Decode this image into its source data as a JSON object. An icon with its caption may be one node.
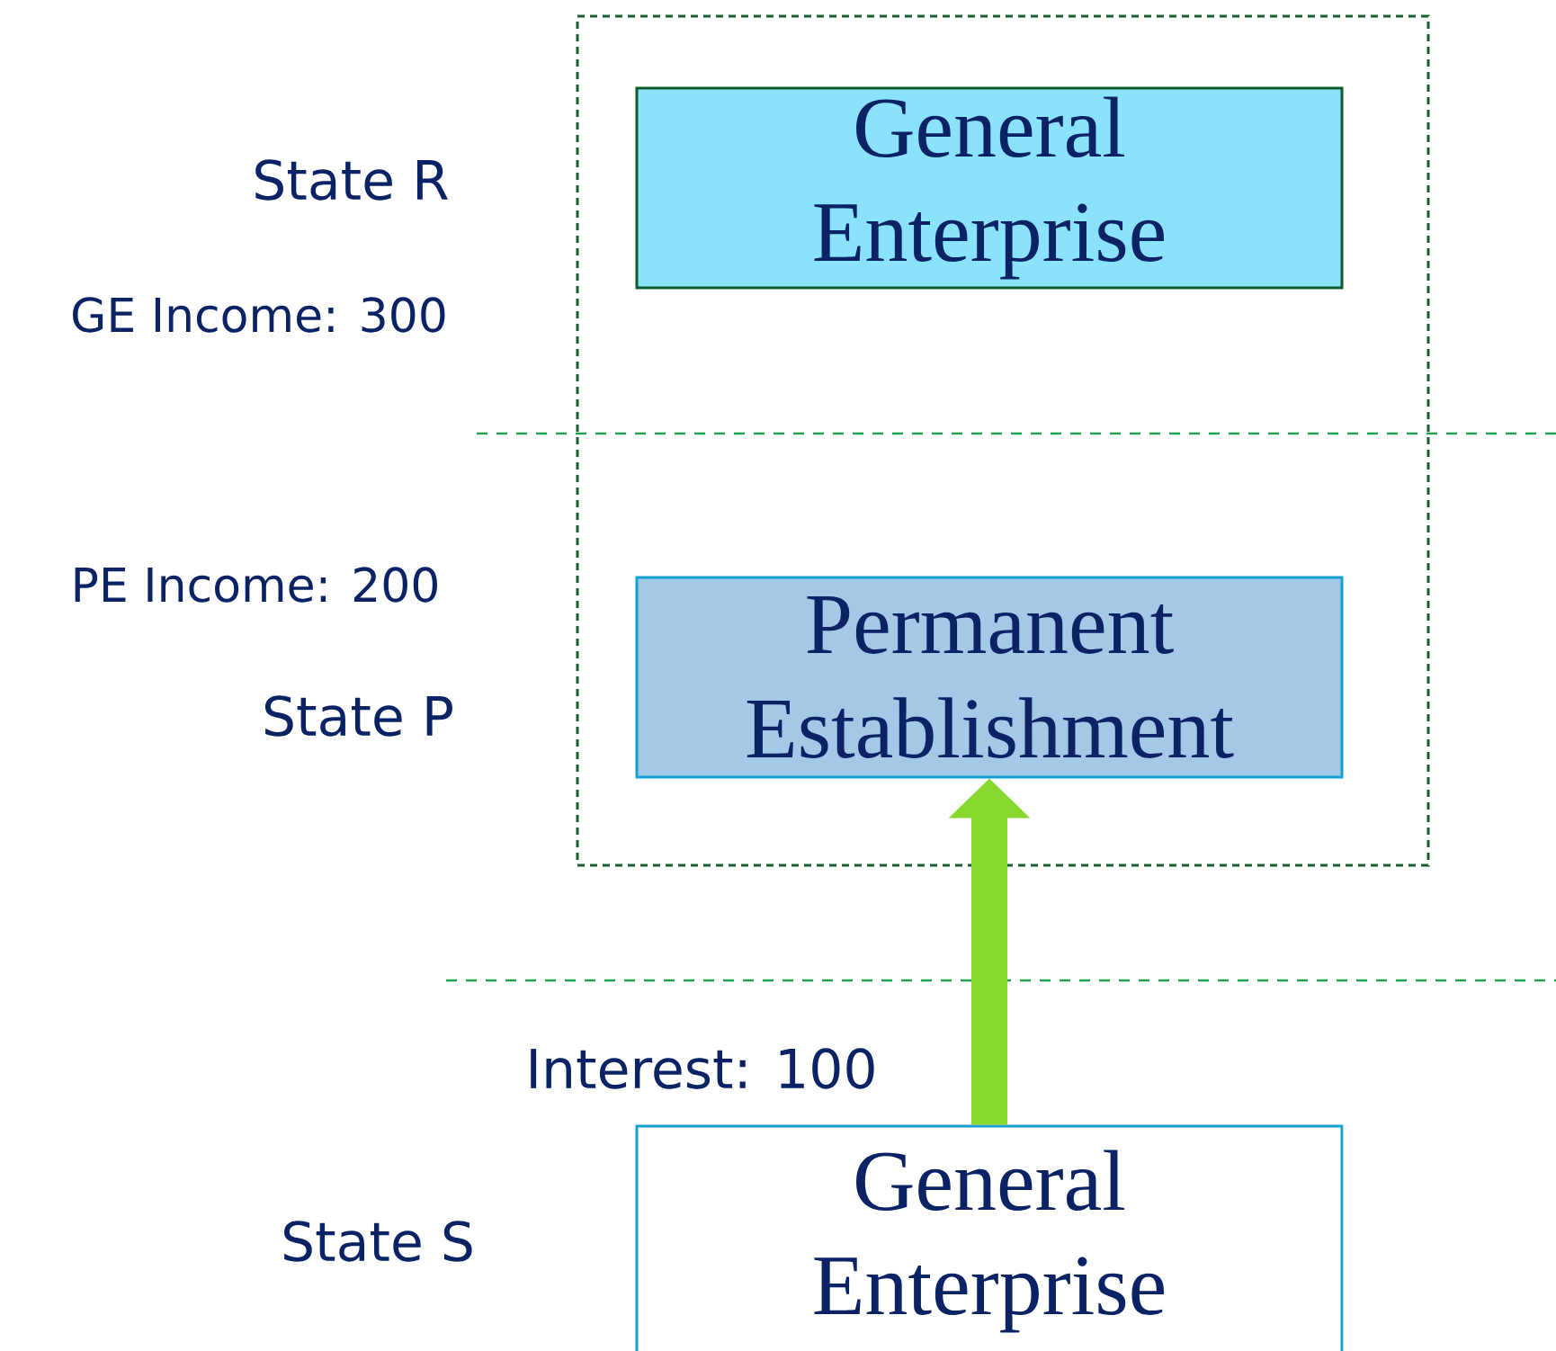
{
  "diagram": {
    "nodes": [
      {
        "text": [],
        "shape": "box"
      },
      {
        "text": [
          "General Enterprise"
        ],
        "in": 0
      },
      {
        "text": [
          "Permanent Establishment"
        ],
        "in": 0
      },
      {
        "text": [
          "General Enterprise"
        ]
      }
    ],
    "edges": [
      {
        "from": 3,
        "to": 2,
        "arrow": "to",
        "label": "Interest: 100",
        "color": "#88d830"
      }
    ],
    "labels": [
      "State R",
      "GE Income: 300",
      "PE Income: 200",
      "State P",
      "State S"
    ]
  }
}
